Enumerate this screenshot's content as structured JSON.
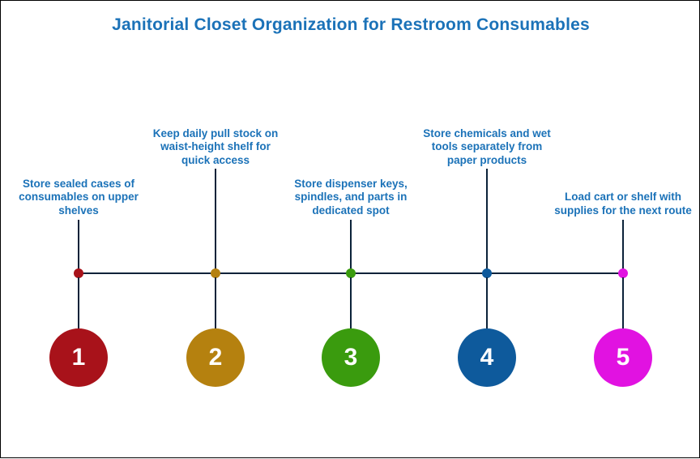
{
  "title": "Janitorial Closet Organization for Restroom Consumables",
  "colors": {
    "title": "#1b72b8",
    "label_text": "#1b72b8",
    "line": "#0b2239"
  },
  "steps": [
    {
      "number": "1",
      "label": "Store sealed cases of consumables on upper shelves",
      "color": "#a8121a",
      "row": "low"
    },
    {
      "number": "2",
      "label": "Keep daily pull stock on waist-height shelf for quick access",
      "color": "#b5810f",
      "row": "high"
    },
    {
      "number": "3",
      "label": "Store dispenser keys, spindles, and parts in dedicated spot",
      "color": "#3a9b0e",
      "row": "low"
    },
    {
      "number": "4",
      "label": "Store chemicals and wet tools separately from paper products",
      "color": "#0e5a9c",
      "row": "high"
    },
    {
      "number": "5",
      "label": "Load cart or shelf with supplies for the next route",
      "color": "#e112e1",
      "row": "low"
    }
  ]
}
